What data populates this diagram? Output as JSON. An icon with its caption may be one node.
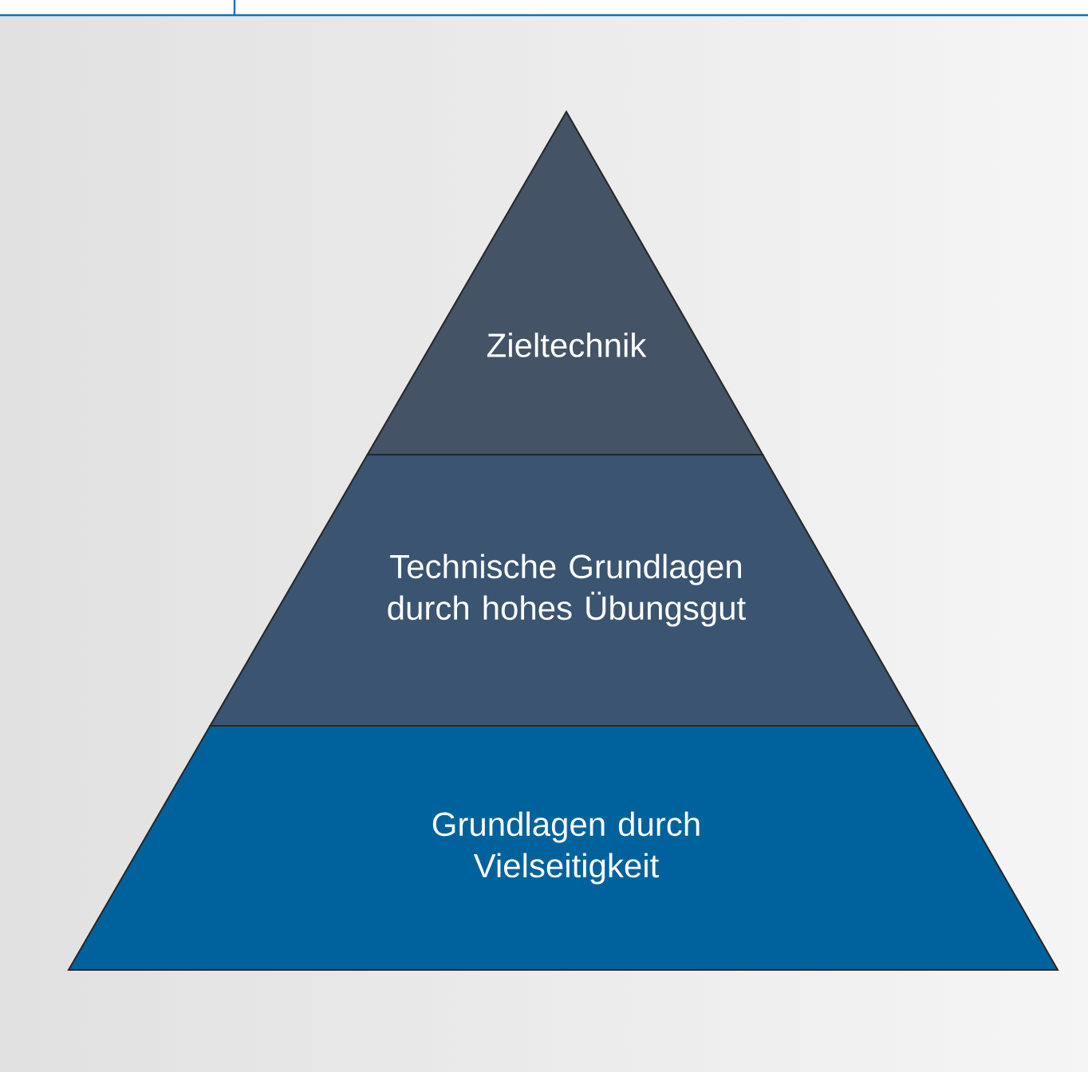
{
  "diagram": {
    "nodes": [
      {
        "text": [
          "Zieltechnik"
        ]
      },
      {
        "text": [
          "Technische Grundlagen durch hohes Übungsgut"
        ]
      },
      {
        "text": [
          "Grundlagen durch Vielseitigkeit"
        ]
      }
    ]
  }
}
